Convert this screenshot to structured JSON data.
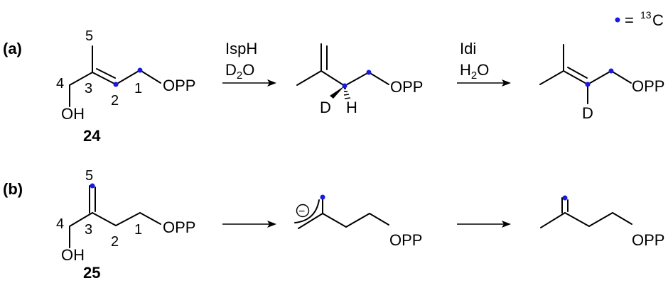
{
  "legend": {
    "equals": "=",
    "isotope_mass": "13",
    "isotope_element": "C"
  },
  "panel_a": {
    "tag": "(a)",
    "opp": "OPP",
    "oh": "OH",
    "d": "D",
    "h": "H",
    "numbers": [
      "1",
      "2",
      "3",
      "4",
      "5"
    ],
    "compound": "24",
    "arrow1": {
      "reagent": "IspH",
      "solvent_pre": "D",
      "solvent_sub": "2",
      "solvent_post": "O"
    },
    "arrow2": {
      "reagent": "Idi",
      "solvent_pre": "H",
      "solvent_sub": "2",
      "solvent_post": "O"
    }
  },
  "panel_b": {
    "tag": "(b)",
    "opp": "OPP",
    "oh": "OH",
    "numbers": [
      "1",
      "2",
      "3",
      "4",
      "5"
    ],
    "compound": "25",
    "charge": "−"
  },
  "colors": {
    "label_dot": "#1919e0",
    "ink": "#000000"
  }
}
